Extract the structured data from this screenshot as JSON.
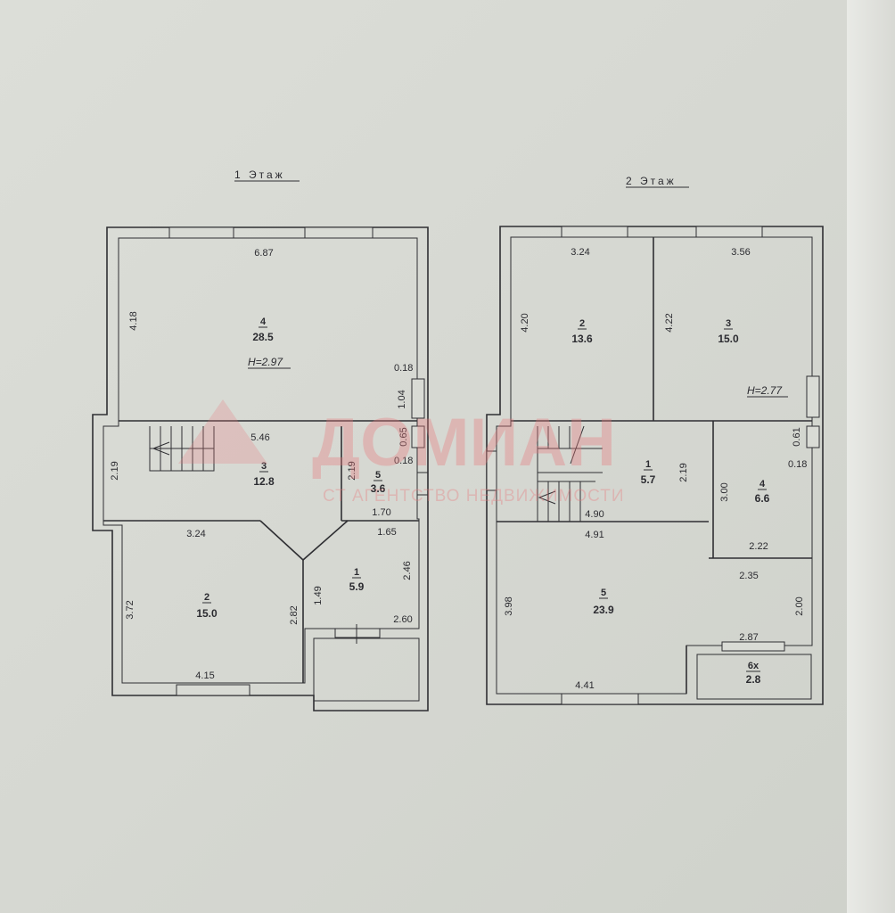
{
  "floor1": {
    "title": "1  Этаж",
    "height": "H=2.97",
    "rooms": [
      {
        "id": "4",
        "area": "28.5"
      },
      {
        "id": "3",
        "area": "12.8"
      },
      {
        "id": "5",
        "area": "3.6"
      },
      {
        "id": "2",
        "area": "15.0"
      },
      {
        "id": "1",
        "area": "5.9"
      }
    ],
    "dims": [
      "6.87",
      "4.18",
      "0.18",
      "1.04",
      "0.65",
      "0.18",
      "5.46",
      "2.19",
      "2.19",
      "1.70",
      "3.24",
      "1.65",
      "2.46",
      "1.49",
      "2.82",
      "3.72",
      "2.60",
      "4.15"
    ]
  },
  "floor2": {
    "title": "2  Этаж",
    "height": "H=2.77",
    "rooms": [
      {
        "id": "2",
        "area": "13.6"
      },
      {
        "id": "3",
        "area": "15.0"
      },
      {
        "id": "1",
        "area": "5.7"
      },
      {
        "id": "4",
        "area": "6.6"
      },
      {
        "id": "5",
        "area": "23.9"
      },
      {
        "id": "6х",
        "area": "2.8"
      }
    ],
    "dims": [
      "3.24",
      "3.56",
      "4.20",
      "4.22",
      "0.61",
      "0.18",
      "2.19",
      "3.00",
      "4.90",
      "4.91",
      "2.22",
      "2.35",
      "3.98",
      "2.00",
      "2.87",
      "4.41"
    ]
  },
  "watermark": {
    "brand": "ДОМИАН",
    "tagline": "СТ АГЕНТСТВО НЕДВИЖИМОСТИ"
  }
}
